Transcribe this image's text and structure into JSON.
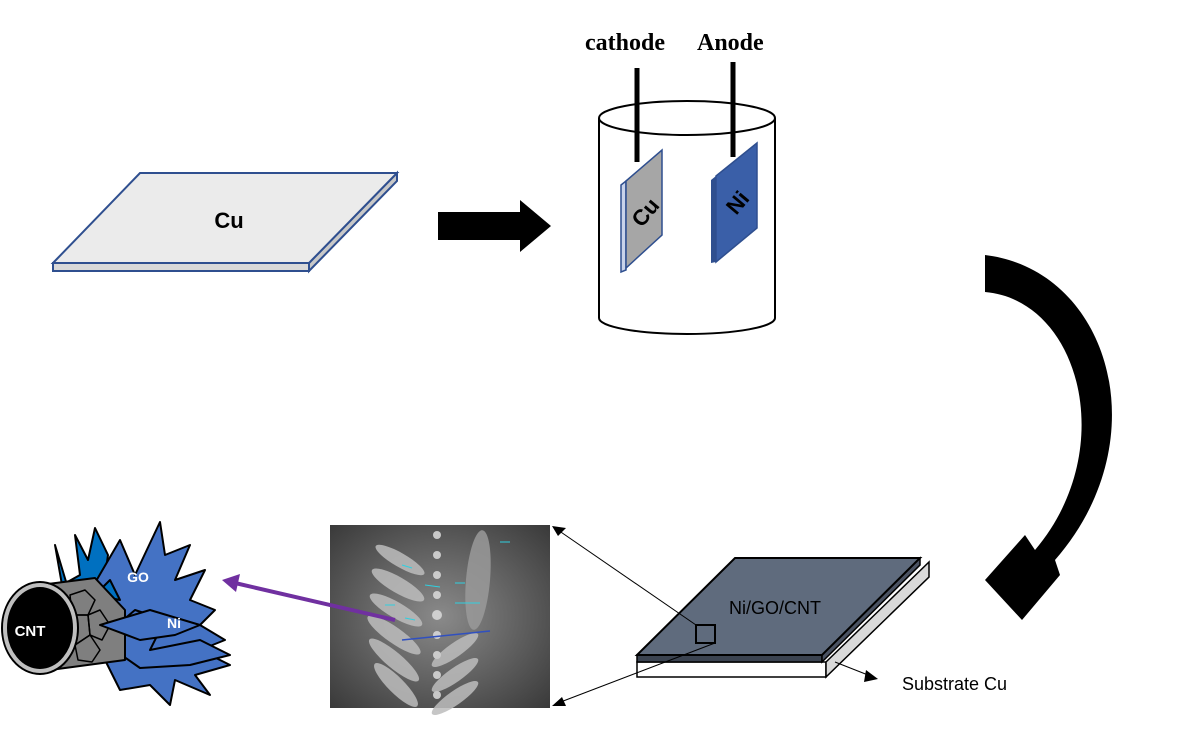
{
  "cu_plate": {
    "label": "Cu"
  },
  "cell": {
    "cathode_label": "cathode",
    "anode_label": "Anode",
    "cathode_electrode": "Cu",
    "anode_electrode": "Ni"
  },
  "coated_plate": {
    "label": "Ni/GO/CNT",
    "substrate_label": "Substrate Cu"
  },
  "model": {
    "cnt_label": "CNT",
    "go_label": "GO",
    "ni_label": "Ni"
  },
  "colors": {
    "plate_edge": "#2f4f8f",
    "nickel": "#3a5fa8",
    "coating": "#5f6b7d",
    "purple_arrow": "#7030a0",
    "blue_flake": "#4472c4"
  }
}
